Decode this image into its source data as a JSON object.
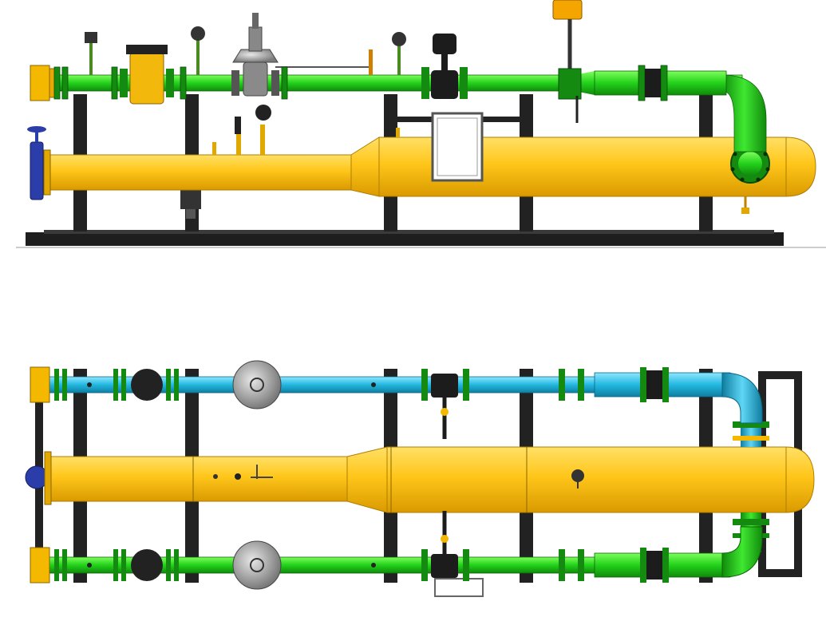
{
  "diagram": {
    "kind": "gas-pressure-regulating-skid-engineering-drawing",
    "views": [
      {
        "id": "elevation",
        "name": ""
      },
      {
        "id": "plan",
        "name": ""
      }
    ],
    "pipe_colors": {
      "outlet_line": "#1fd61f",
      "inlet_line_plan": "#22b8e0",
      "header_vessel": "#ffc21a",
      "frame_steel": "#222222",
      "valve_handwheel": "#2b3da8",
      "regulator_body": "#8a8a8a",
      "filter_housing": "#f2b90c"
    },
    "components": [
      "flange",
      "ball-valve",
      "filter",
      "pressure-regulator",
      "pressure-gauge",
      "shutoff-valve",
      "relief-valve",
      "inspection-hatch",
      "support-frame",
      "collector-vessel"
    ]
  }
}
